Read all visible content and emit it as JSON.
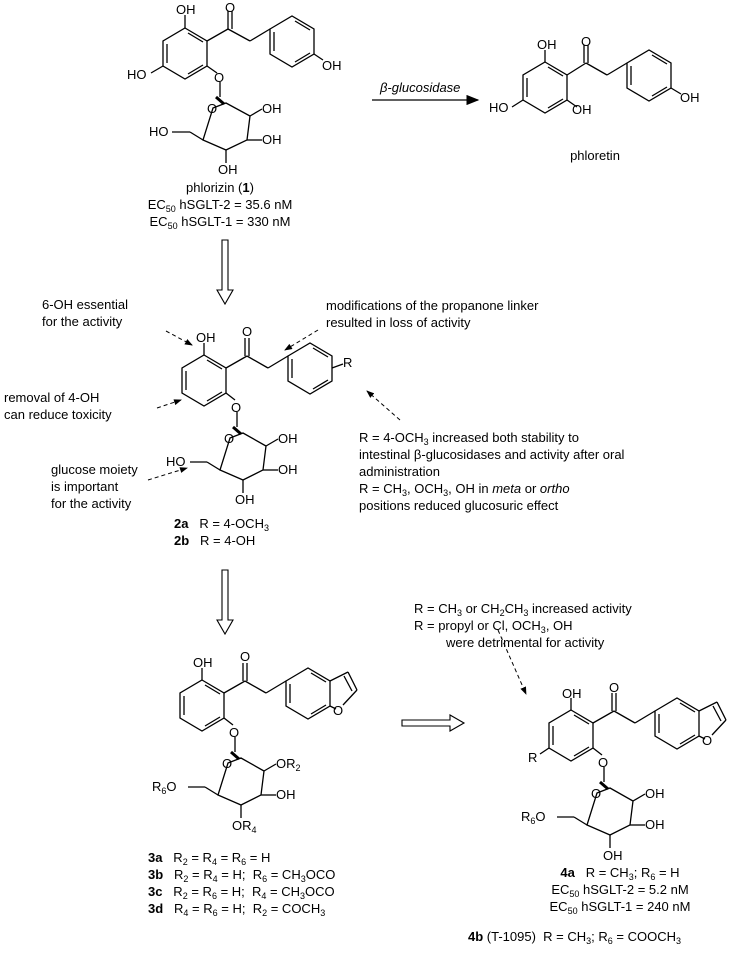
{
  "phlorizin": {
    "name": "phlorizin",
    "num": "1",
    "ec50_sglt2": "hSGLT-2 = 35.6 nM",
    "ec50_sglt1": "hSGLT-1 = 330 nM"
  },
  "phloretin": {
    "name": "phloretin"
  },
  "enzyme": "β-glucosidase",
  "ec50_prefix": "EC",
  "ec50_sub": "50",
  "atoms": {
    "OH": "OH",
    "HO": "HO",
    "O": "O",
    "R": "R",
    "OR2": "OR",
    "R2": "2",
    "OR4": "OR",
    "R4": "4",
    "R6": "R",
    "R6sub": "6",
    "R6O": "O"
  },
  "sar_notes": {
    "six_oh_line1": "6-OH essential",
    "six_oh_line2": "for the activity",
    "linker_line1": "modifications of the propanone linker",
    "linker_line2": "resulted in loss of activity",
    "four_oh_line1": "removal of 4-OH",
    "four_oh_line2": "can reduce toxicity",
    "glucose_line1": "glucose moiety",
    "glucose_line2": "is important",
    "glucose_line3": "for the activity",
    "r_note_line1": "R = 4-OCH",
    "r_note_line1_b": " increased both stability to",
    "r_note_line2": "intestinal β-glucosidases and activity after oral",
    "r_note_line3": "administration",
    "r_note_line4_a": "R = CH",
    "r_note_line4_b": ", OCH",
    "r_note_line4_c": ", OH in ",
    "r_note_line4_meta": "meta",
    "r_note_line4_or": " or ",
    "r_note_line4_ortho": "ortho",
    "r_note_line5": "positions reduced glucosuric effect",
    "sub3": "3"
  },
  "compounds2": {
    "a_id": "2a",
    "a_text": "R = 4-OCH",
    "b_id": "2b",
    "b_text": "R = 4-OH"
  },
  "compounds3": {
    "a_id": "3a",
    "a_text": "R",
    "b_id": "3b",
    "c_id": "3c",
    "d_id": "3d"
  },
  "r_note4": {
    "line1_a": "R = CH",
    "line1_b": " or CH",
    "line1_c": "CH",
    "line1_d": " increased activity",
    "line2": "R = propyl or Cl, OCH",
    "line2_b": ", OH",
    "line3": "were detrimental for activity"
  },
  "compound4a": {
    "id": "4a",
    "text": "R = CH",
    "text_b": "; R",
    "text_c": " = H",
    "ec50_sglt2": "hSGLT-2 = 5.2 nM",
    "ec50_sglt1": "hSGLT-1 = 240 nM"
  },
  "compound4b": {
    "id": "4b",
    "code": "(T-1095)",
    "text": "R = CH",
    "text_b": "; R",
    "text_c": " = COOCH"
  }
}
